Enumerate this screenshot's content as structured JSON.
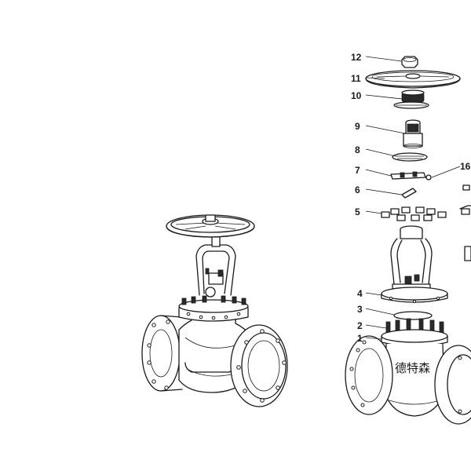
{
  "diagram": {
    "brand_text": "德特森",
    "part_numbers": [
      "12",
      "11",
      "10",
      "9",
      "8",
      "7",
      "16",
      "6",
      "5",
      "4",
      "3",
      "2",
      "1"
    ]
  }
}
